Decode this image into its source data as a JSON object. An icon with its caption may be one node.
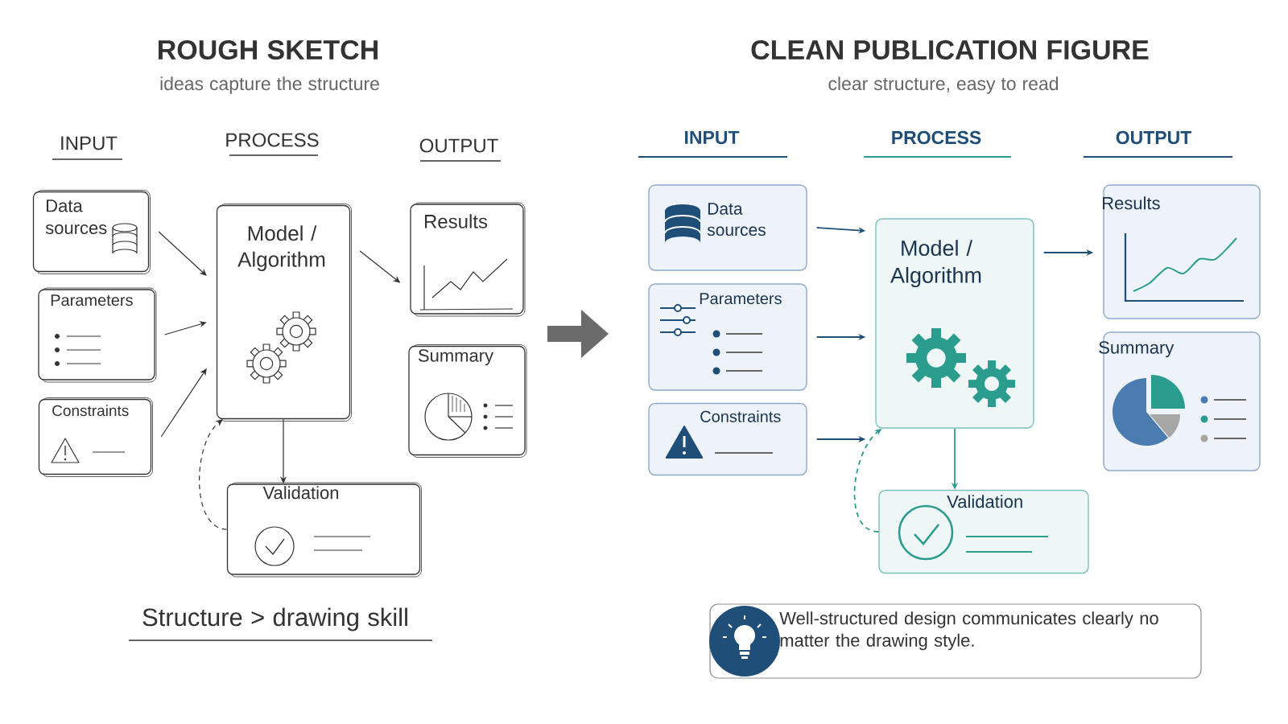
{
  "diagram": {
    "nodes": [
      {
        "text": [
          "Data sources"
        ]
      },
      {
        "text": [
          "Parameters"
        ]
      },
      {
        "text": [
          "Constraints"
        ]
      },
      {
        "text": [
          "Model / Algorithm"
        ]
      },
      {
        "text": [
          "Results"
        ]
      },
      {
        "text": [
          "Summary"
        ]
      },
      {
        "text": [
          "Validation"
        ]
      },
      {
        "text": [
          "Data sources"
        ]
      },
      {
        "text": [
          "Parameters"
        ]
      },
      {
        "text": [
          "Constraints"
        ]
      },
      {
        "text": [
          "Model / Algorithm"
        ]
      },
      {
        "text": [
          "Results"
        ]
      },
      {
        "text": [
          "Summary"
        ]
      },
      {
        "text": [
          "Validation"
        ]
      },
      {
        "text": [
          "Well-structured design communicates clearly no matter the drawing style."
        ]
      }
    ],
    "edges": [
      {
        "from": 0,
        "to": 3,
        "arrow": "to"
      },
      {
        "from": 1,
        "to": 3,
        "arrow": "to"
      },
      {
        "from": 2,
        "to": 3,
        "arrow": "to"
      },
      {
        "from": 3,
        "to": 4,
        "arrow": "to"
      },
      {
        "from": 3,
        "to": 6,
        "arrow": "to"
      },
      {
        "from": 6,
        "to": 3,
        "arrow": "to",
        "style": "dashed"
      },
      {
        "from": 7,
        "to": 10,
        "arrow": "to",
        "color": "#1f4e79"
      },
      {
        "from": 8,
        "to": 10,
        "arrow": "to",
        "color": "#1f4e79"
      },
      {
        "from": 9,
        "to": 10,
        "arrow": "to",
        "color": "#1f4e79"
      },
      {
        "from": 10,
        "to": 11,
        "arrow": "to",
        "color": "#1f4e79"
      },
      {
        "from": 10,
        "to": 13,
        "arrow": "to",
        "color": "#2a9d8f"
      },
      {
        "from": 13,
        "to": 10,
        "arrow": "to",
        "style": "dashed",
        "color": "#2a9d8f"
      }
    ],
    "labels": [
      "ROUGH SKETCH",
      "CLEAN PUBLICATION FIGURE",
      "ideas capture the structure",
      "clear structure, easy to read",
      "INPUT",
      "PROCESS",
      "OUTPUT",
      "INPUT",
      "PROCESS",
      "OUTPUT",
      "Structure > drawing skill"
    ]
  }
}
